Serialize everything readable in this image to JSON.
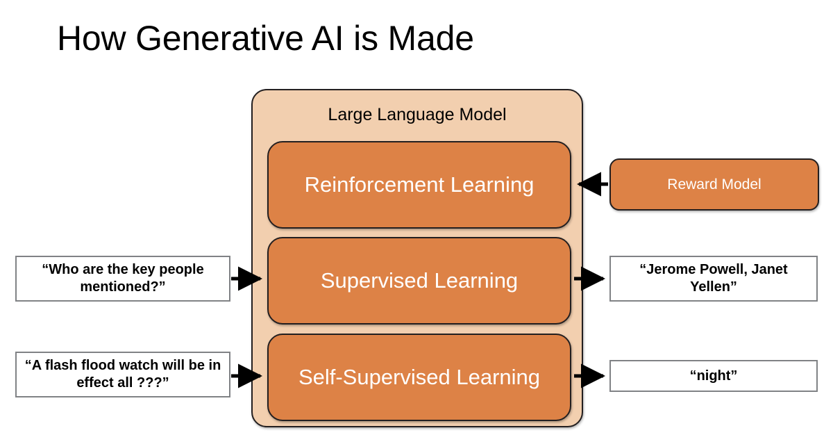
{
  "slide": {
    "title": "How Generative AI is Made",
    "background_color": "#FFFFFF"
  },
  "colors": {
    "container_fill": "#F2CFAF",
    "stage_fill": "#DD8246",
    "stage_text": "#FFFFFF",
    "outline": "#231F20",
    "textbox_border": "#808285",
    "arrow": "#000000",
    "title_text": "#000000"
  },
  "llm": {
    "label": "Large Language Model",
    "stages": [
      {
        "id": "reinforcement-learning",
        "label": "Reinforcement Learning"
      },
      {
        "id": "supervised-learning",
        "label": "Supervised Learning"
      },
      {
        "id": "self-supervised-learning",
        "label": "Self-Supervised Learning"
      }
    ]
  },
  "reward_model": {
    "label": "Reward Model"
  },
  "prompts": [
    {
      "id": "prompt-supervised",
      "text": "“Who are the key people mentioned?”"
    },
    {
      "id": "prompt-self-supervised",
      "text": "“A flash flood watch will be in effect all ???”"
    }
  ],
  "outputs": [
    {
      "id": "output-supervised",
      "text": "“Jerome Powell, Janet Yellen”"
    },
    {
      "id": "output-self-supervised",
      "text": "“night”"
    }
  ],
  "arrows": [
    {
      "id": "reward-model-to-reinforcement-learning",
      "direction": "left"
    },
    {
      "id": "prompt-to-supervised-learning",
      "direction": "right"
    },
    {
      "id": "supervised-learning-to-output",
      "direction": "right"
    },
    {
      "id": "prompt-to-self-supervised-learning",
      "direction": "right"
    },
    {
      "id": "self-supervised-learning-to-output",
      "direction": "right"
    }
  ]
}
